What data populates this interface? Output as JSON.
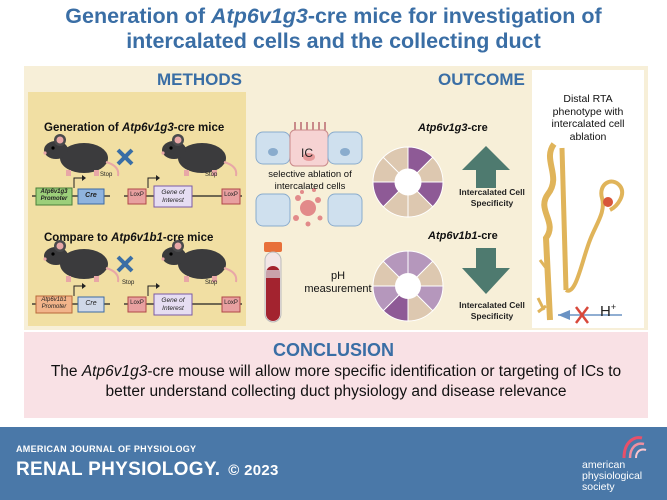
{
  "title": {
    "line1_pre": "Generation of ",
    "line1_italic": "Atp6v1g3",
    "line1_post": "-cre mice for investigation of",
    "line2": "intercalated cells and the collecting duct"
  },
  "methods": {
    "header": "METHODS",
    "gen_pre": "Generation of ",
    "gen_italic": "Atp6v1g3",
    "gen_post": "-cre mice",
    "cmp_pre": "Compare to ",
    "cmp_italic": "Atp6v1b1",
    "cmp_post": "-cre mice",
    "promoter1_line1": "Atp6v1g3",
    "promoter1_line2": "Promoter",
    "promoter2_line1": "Atp6v1b1",
    "promoter2_line2": "Promoter",
    "cre": "Cre",
    "stop": "Stop",
    "loxp": "LoxP",
    "goi_line1": "Gene of",
    "goi_line2": "Interest"
  },
  "middle": {
    "ic_label": "IC",
    "ablation_line1": "selective ablation of",
    "ablation_line2": "intercalated cells",
    "ph_line1": "pH",
    "ph_line2": "measurement"
  },
  "outcome": {
    "header": "OUTCOME",
    "g3_italic": "Atp6v1g3",
    "g3_post": "-cre",
    "b1_italic": "Atp6v1b1",
    "b1_post": "-cre",
    "spec_line1": "Intercalated Cell",
    "spec_line2": "Specificity"
  },
  "rta": {
    "line1": "Distal RTA",
    "line2": "phenotype with",
    "line3": "intercalated cell",
    "line4": "ablation",
    "proton": "H",
    "proton_sup": "+"
  },
  "conclusion": {
    "header": "CONCLUSION",
    "pre": "The ",
    "italic": "Atp6v1g3",
    "post": "-cre mouse will allow more specific identification or targeting of ICs to better understand collecting duct physiology and disease relevance"
  },
  "footer": {
    "journal_top": "AMERICAN JOURNAL OF PHYSIOLOGY",
    "journal_main": "RENAL PHYSIOLOGY.",
    "copyright": "© 2023",
    "society_line1": "american",
    "society_line2": "physiological",
    "society_line3": "society"
  },
  "colors": {
    "accent_blue": "#3a6ea5",
    "methods_bg": "#f1dfa3",
    "panel_bg": "#f7efd8",
    "conclusion_bg": "#f9e1e5",
    "footer_bg": "#4a78a8",
    "ic_purple": "#8e5a96",
    "arrow_green": "#4e7a6f"
  },
  "icons": [
    "mouse-icon",
    "cross-icon",
    "arrow-up-icon",
    "arrow-down-icon",
    "blood-tube-icon",
    "kidney-tubule-icon"
  ]
}
